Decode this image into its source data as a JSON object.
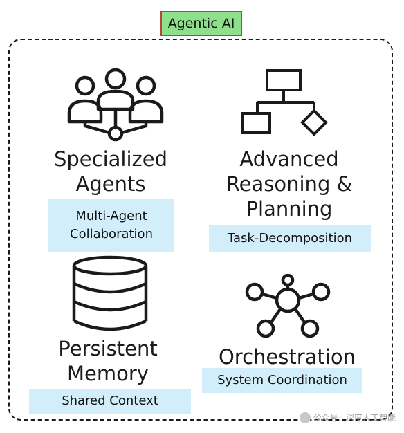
{
  "diagram": {
    "header_label": "Agentic AI",
    "quadrants": [
      {
        "title_lines": [
          "Specialized",
          "Agents"
        ],
        "subtitle_lines": [
          "Multi-Agent",
          "Collaboration"
        ],
        "icon": "people-network-icon"
      },
      {
        "title_lines": [
          "Advanced",
          "Reasoning &",
          "Planning"
        ],
        "subtitle_lines": [
          "Task-Decomposition"
        ],
        "icon": "flowchart-icon"
      },
      {
        "title_lines": [
          "Persistent",
          "Memory"
        ],
        "subtitle_lines": [
          "Shared Context"
        ],
        "icon": "database-icon"
      },
      {
        "title_lines": [
          "Orchestration"
        ],
        "subtitle_lines": [
          "System Coordination"
        ],
        "icon": "hub-network-icon"
      }
    ]
  },
  "watermark": {
    "text": "公众号 · 深度人工智能"
  },
  "colors": {
    "header_fill": "#8ee08a",
    "header_border": "#b5473a",
    "box_fill": "#d3eefb",
    "stroke": "#1a1a1a"
  }
}
